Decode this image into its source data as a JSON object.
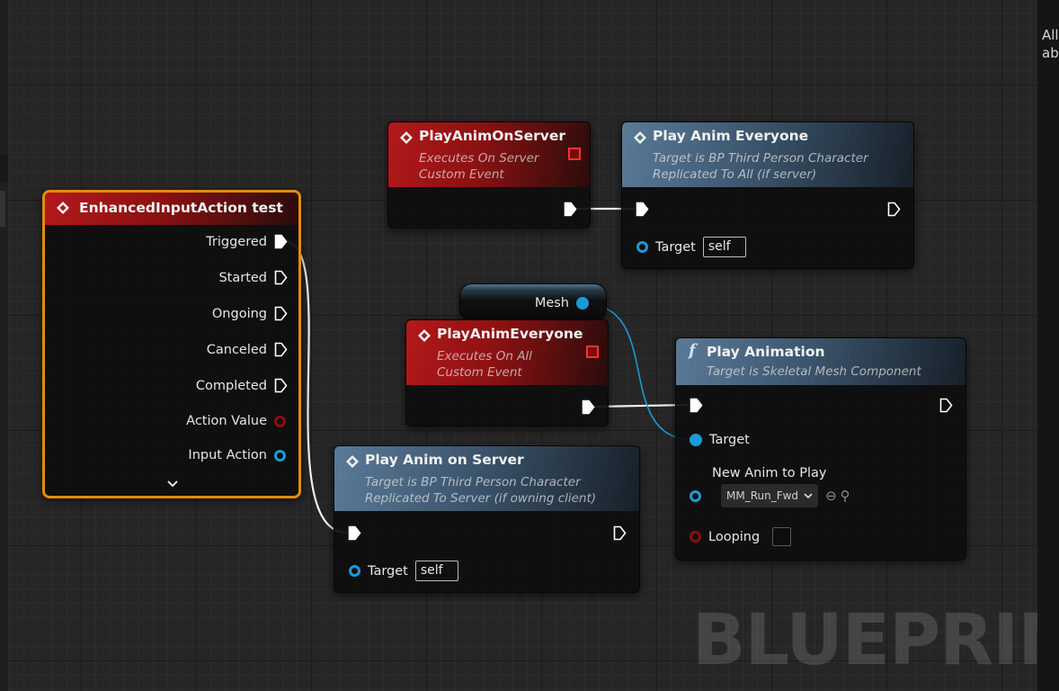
{
  "watermark": "BLUEPRINT",
  "right_panel": {
    "line1": "All",
    "line2": "ab"
  },
  "nodes": {
    "enhanced_input": {
      "title": "EnhancedInputAction test",
      "pins": {
        "triggered": "Triggered",
        "started": "Started",
        "ongoing": "Ongoing",
        "canceled": "Canceled",
        "completed": "Completed",
        "action_value": "Action Value",
        "input_action": "Input Action"
      },
      "expand_icon": "chevron-down-icon"
    },
    "play_anim_on_server_event": {
      "title": "PlayAnimOnServer",
      "sub1": "Executes On Server",
      "sub2": "Custom Event"
    },
    "play_anim_everyone_call": {
      "title": "Play Anim Everyone",
      "sub1": "Target is BP Third Person Character",
      "sub2": "Replicated To All (if server)",
      "target_label": "Target",
      "target_value": "self"
    },
    "mesh_var": {
      "label": "Mesh"
    },
    "play_anim_everyone_event": {
      "title": "PlayAnimEveryone",
      "sub1": "Executes On All",
      "sub2": "Custom Event"
    },
    "play_animation": {
      "title": "Play Animation",
      "sub1": "Target is Skeletal Mesh Component",
      "target_label": "Target",
      "anim_label": "New Anim to Play",
      "anim_value": "MM_Run_Fwd",
      "looping_label": "Looping"
    },
    "play_anim_on_server_call": {
      "title": "Play Anim on Server",
      "sub1": "Target is BP Third Person Character",
      "sub2": "Replicated To Server (if owning client)",
      "target_label": "Target",
      "target_value": "self"
    }
  },
  "colors": {
    "event_header": "#a31617",
    "function_header": "#4d6a85",
    "selection": "#e08c10",
    "exec_wire": "#ffffff",
    "object_wire": "#1a9bd6",
    "bool_pin": "#8a0e0e",
    "replicated_marker": "#ff3030"
  }
}
